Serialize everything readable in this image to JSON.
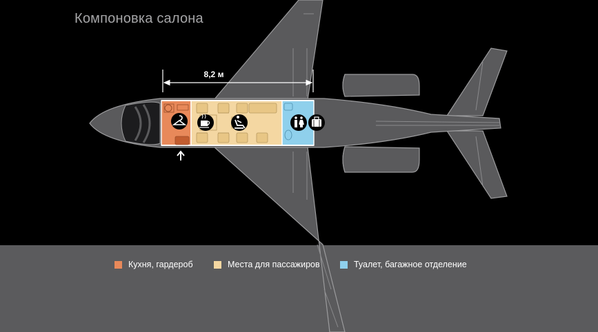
{
  "title": "Компоновка салона",
  "dimension": {
    "label": "8,2 м"
  },
  "legend": [
    {
      "label": "Кухня, гардероб",
      "color": "#e8895a"
    },
    {
      "label": "Места для пассажиров",
      "color": "#f4d7a2"
    },
    {
      "label": "Туалет, багажное отделение",
      "color": "#8fd0ec"
    }
  ],
  "icons": [
    "hanger-icon",
    "coffee-cup-icon",
    "seat-icon",
    "restroom-icon",
    "luggage-icon",
    "entry-arrow-icon"
  ],
  "colors": {
    "background": "#000000",
    "band": "#5b5b5d",
    "airframe": "#5a5a5c",
    "outline": "#9b9b9d"
  }
}
